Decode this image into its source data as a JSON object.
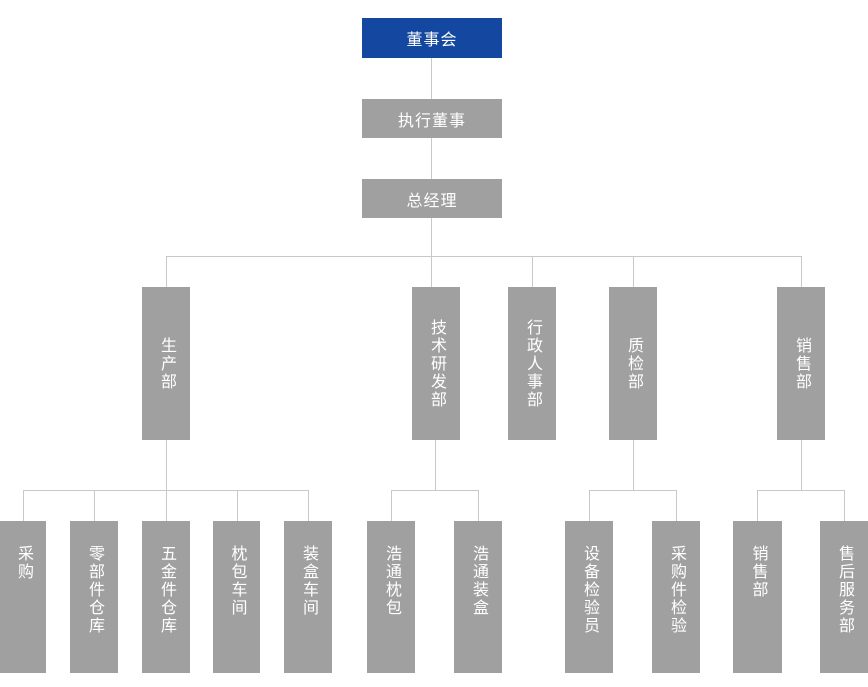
{
  "colors": {
    "root_box": "#1448a0",
    "department_box": "#a0a0a0",
    "connector_line": "#c8c8c8",
    "label_text": "#ffffff"
  },
  "nodes": {
    "board": "董事会",
    "executive_director": "执行董事",
    "general_manager": "总经理"
  },
  "departments": [
    {
      "label": "生产部",
      "children": [
        "采购",
        "零部件仓库",
        "五金件仓库",
        "枕包车间",
        "装盒车间"
      ]
    },
    {
      "label": "技术研发部",
      "children": [
        "浩通枕包",
        "浩通装盒"
      ]
    },
    {
      "label": "行政人事部",
      "children": []
    },
    {
      "label": "质检部",
      "children": [
        "设备检验员",
        "采购件检验"
      ]
    },
    {
      "label": "销售部",
      "children": [
        "销售部",
        "售后服务部"
      ]
    }
  ]
}
